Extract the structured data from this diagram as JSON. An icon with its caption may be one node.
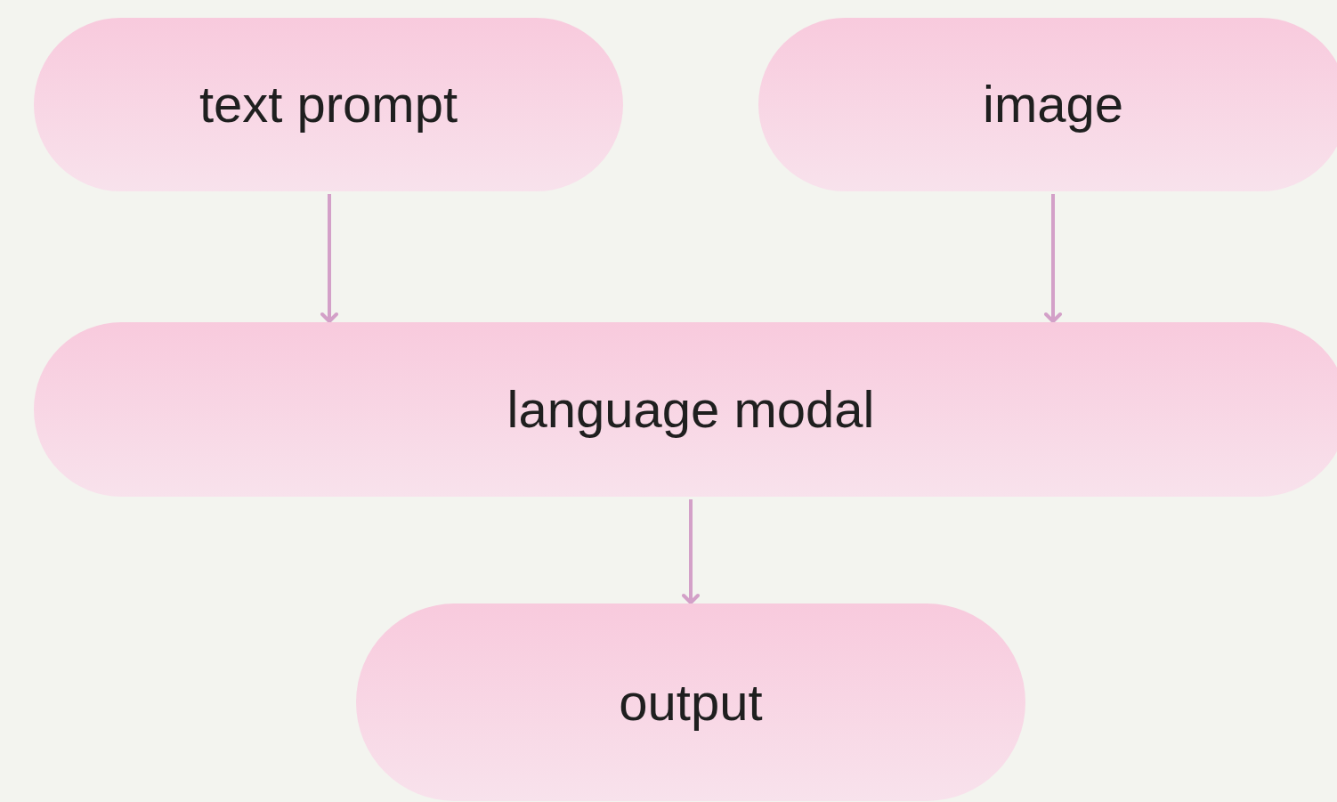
{
  "diagram": {
    "nodes": [
      {
        "text": [
          "text prompt"
        ]
      },
      {
        "text": [
          "image"
        ]
      },
      {
        "text": [
          "language modal"
        ]
      },
      {
        "text": [
          "output"
        ]
      }
    ],
    "edges": [
      {
        "from": 0,
        "to": 2,
        "arrow": "to"
      },
      {
        "from": 1,
        "to": 2,
        "arrow": "to"
      },
      {
        "from": 2,
        "to": 3,
        "arrow": "to"
      }
    ]
  }
}
